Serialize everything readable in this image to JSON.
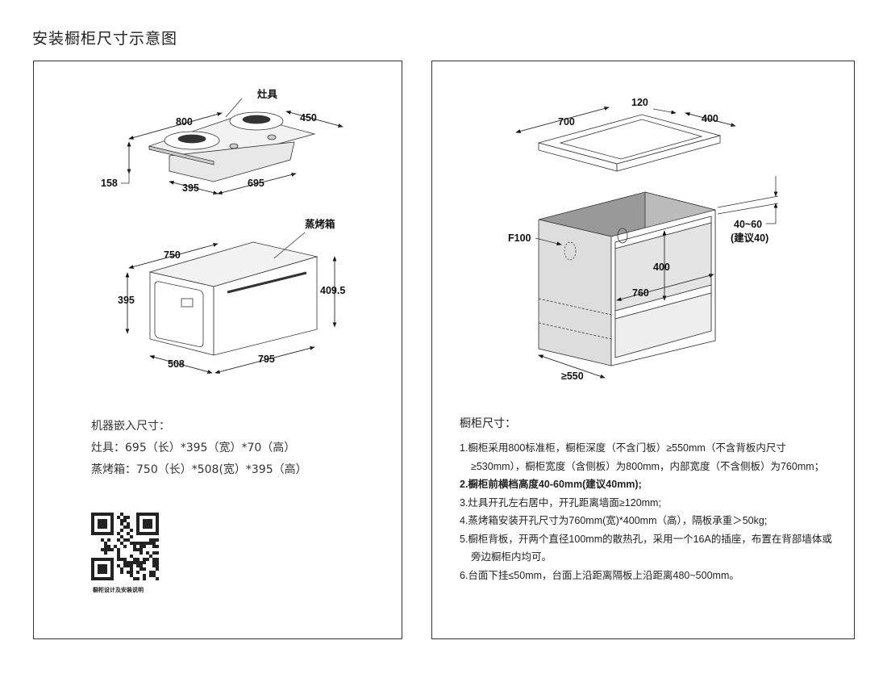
{
  "page_title": "安装橱柜尺寸示意图",
  "left": {
    "cooktop_label": "灶具",
    "cooktop_dims": {
      "width": "800",
      "depth": "450",
      "height": "158",
      "cut_depth": "395",
      "cut_width": "695"
    },
    "oven_label": "蒸烤箱",
    "oven_dims": {
      "depth_top": "750",
      "height_left": "395",
      "height_right": "409.5",
      "width_bottom": "508",
      "length_bottom": "795"
    },
    "embed_heading": "机器嵌入尺寸：",
    "embed_lines": [
      "灶具：695（长）*395（宽）*70（高）",
      "蒸烤箱：750（长）*508(宽）*395（高）"
    ],
    "qr_caption": "橱柜设计及安装说明"
  },
  "right": {
    "counter_dims": {
      "offset": "120",
      "length": "700",
      "depth": "400"
    },
    "cabinet_dims": {
      "hole": "F100",
      "rail": "40~60",
      "rail_note": "(建议40)",
      "opening_height": "400",
      "opening_width": "760",
      "depth": "≥550"
    },
    "spec_heading": "橱柜尺寸：",
    "spec_items": [
      "1.橱柜采用800标准柜，橱柜深度（不含门板）≥550mm（不含背板内尺寸≥530mm），橱柜宽度（含侧板）为800mm，内部宽度（不含侧板）为760mm；",
      "2.橱柜前横档高度40-60mm(建议40mm);",
      "3.灶具开孔左右居中，开孔距离墙面≥120mm;",
      "4.蒸烤箱安装开孔尺寸为760mm(宽)*400mm（高），隔板承重＞50kg;",
      "5.橱柜背板，开两个直径100mm的散热孔，采用一个16A的插座，布置在背部墙体或旁边橱柜内均可。",
      "6.台面下挂≤50mm，台面上沿距离隔板上沿距离480~500mm。"
    ]
  }
}
